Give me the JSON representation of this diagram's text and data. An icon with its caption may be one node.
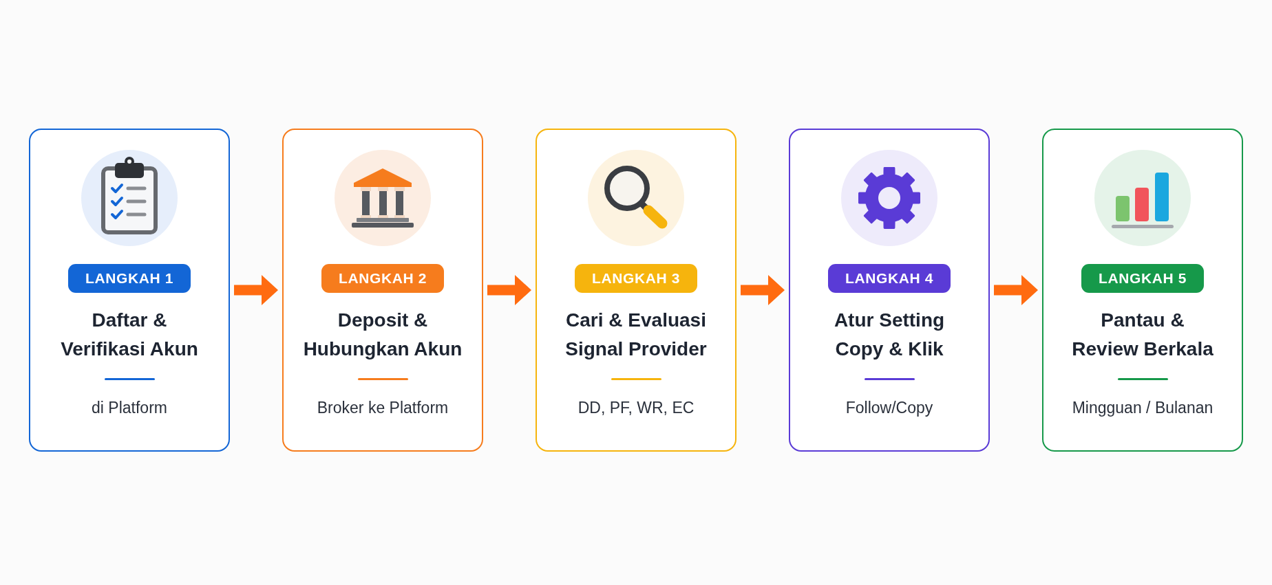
{
  "diagram": {
    "nodes": [
      {
        "text": [
          "Daftar & Verifikasi Akun",
          "di Platform"
        ]
      },
      {
        "text": [
          "LANGKAH 1"
        ],
        "in": 0
      },
      {
        "text": [
          "Deposit & Hubungkan Akun",
          "Broker ke Platform"
        ]
      },
      {
        "text": [
          "LANGKAH 2"
        ],
        "in": 2
      },
      {
        "text": [
          "Cari & Evaluasi Signal Provider",
          "DD, PF, WR, EC"
        ]
      },
      {
        "text": [
          "LANGKAH 3"
        ],
        "in": 4
      },
      {
        "text": [
          "Atur Setting Copy & Klik",
          "Follow/Copy"
        ]
      },
      {
        "text": [
          "LANGKAH 4"
        ],
        "in": 6
      },
      {
        "text": [
          "Pantau & Review Berkala",
          "Mingguan / Bulanan"
        ]
      },
      {
        "text": [
          "LANGKAH 5"
        ],
        "in": 8
      }
    ],
    "edges": [
      {
        "from": 0,
        "to": 2,
        "arrow": "to"
      },
      {
        "from": 2,
        "to": 4,
        "arrow": "to"
      },
      {
        "from": 4,
        "to": 6,
        "arrow": "to"
      },
      {
        "from": 6,
        "to": 8,
        "arrow": "to"
      }
    ]
  }
}
